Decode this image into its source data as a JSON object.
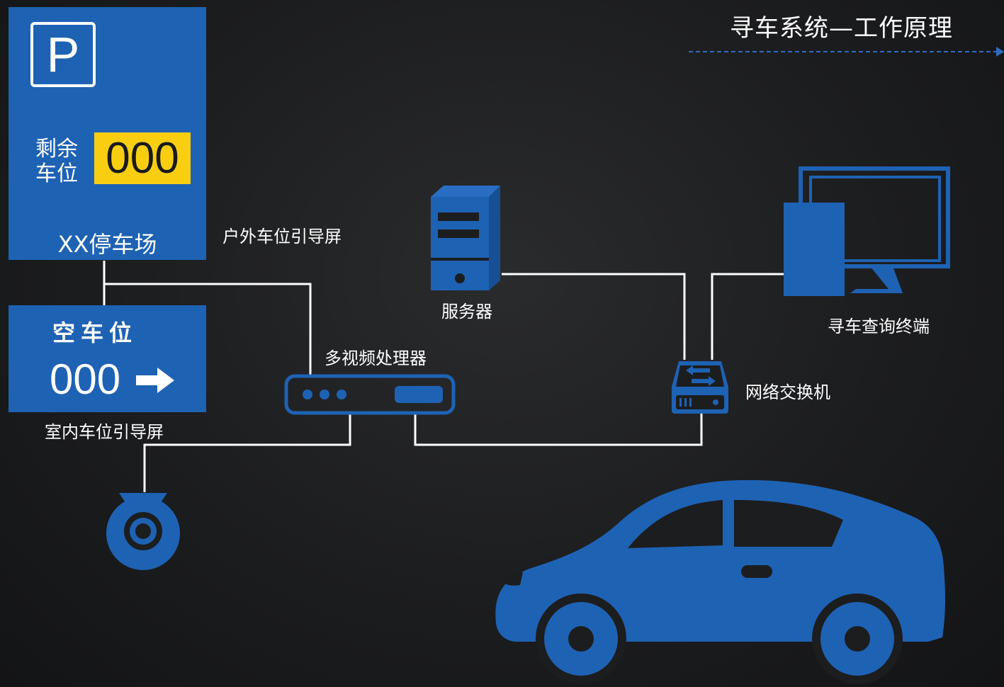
{
  "title": "寻车系统—工作原理",
  "outdoor_sign": {
    "p_letter": "P",
    "remain_label": "剩余车位",
    "remain_count": "000",
    "lot_name": "XX停车场",
    "caption": "户外车位引导屏"
  },
  "indoor_sign": {
    "title": "空车位",
    "count": "000",
    "arrow": "➜",
    "caption": "室内车位引导屏"
  },
  "devices": {
    "server": "服务器",
    "video_processor": "多视频处理器",
    "switch": "网络交换机",
    "terminal": "寻车查询终端"
  },
  "colors": {
    "accent_blue": "#1e62b4",
    "counter_yellow": "#f9ce10",
    "background": "#1c1d1f",
    "line": "#ffffff"
  },
  "icons": [
    "parking-icon",
    "arrow-right-icon",
    "server-icon",
    "video-processor-icon",
    "network-switch-icon",
    "query-terminal-icon",
    "camera-icon",
    "car-icon"
  ]
}
